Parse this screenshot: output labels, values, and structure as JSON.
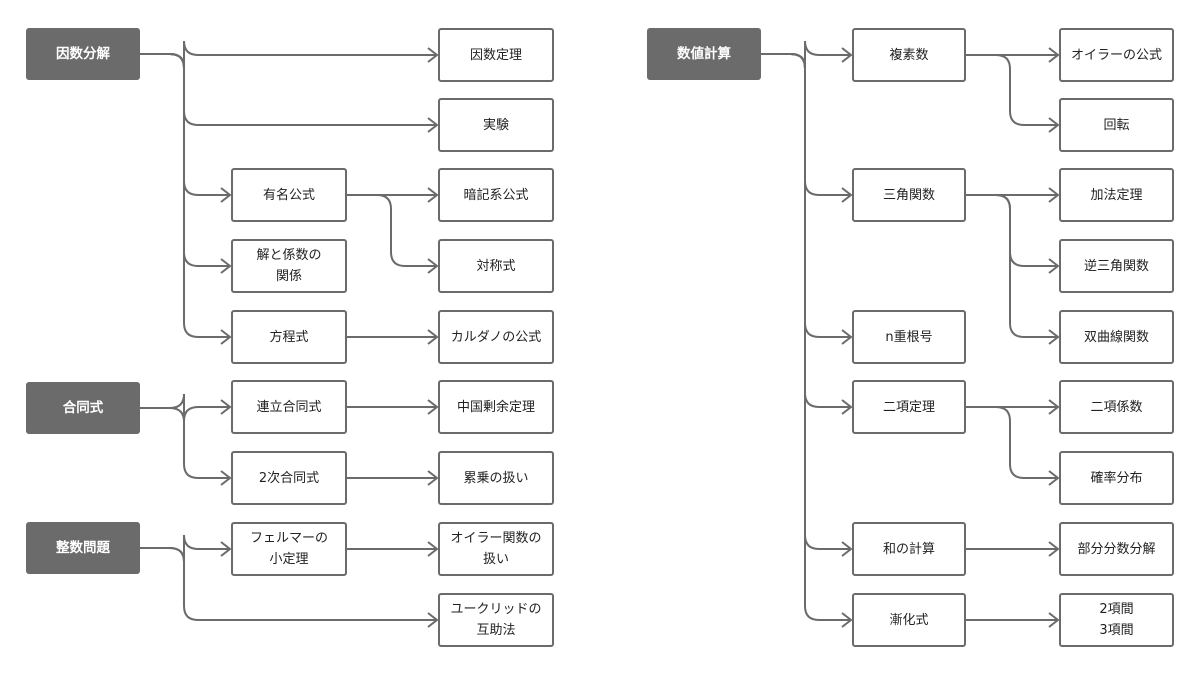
{
  "diagram": {
    "colors": {
      "line": "#6b6b6b",
      "root_fill": "#6b6b6b",
      "root_text": "#ffffff",
      "box_border": "#6b6b6b",
      "box_fill": "#ffffff",
      "text": "#222222"
    },
    "roots": {
      "factorization": "因数分解",
      "congruence": "合同式",
      "integer_problems": "整数問題",
      "numerical_calc": "数値計算"
    },
    "nodes": {
      "factor_theorem": "因数定理",
      "experiment": "実験",
      "famous_formulas": "有名公式",
      "roots_coefficients": "解と係数の\n関係",
      "equations": "方程式",
      "memorization_formulas": "暗記系公式",
      "symmetric_expr": "対称式",
      "cardano_formula": "カルダノの公式",
      "simultaneous_congruence": "連立合同式",
      "chinese_remainder": "中国剰余定理",
      "quadratic_congruence": "2次合同式",
      "power_handling": "累乗の扱い",
      "fermat_little": "フェルマーの\n小定理",
      "euler_function": "オイラー関数の\n扱い",
      "euclid_algorithm": "ユークリッドの\n互助法",
      "complex_numbers": "複素数",
      "trig_functions": "三角関数",
      "nth_root": "n重根号",
      "binomial_theorem": "二項定理",
      "sum_calc": "和の計算",
      "recurrence": "漸化式",
      "euler_formula": "オイラーの公式",
      "rotation": "回転",
      "addition_theorem": "加法定理",
      "inverse_trig": "逆三角関数",
      "hyperbolic": "双曲線関数",
      "binomial_coeff": "二項係数",
      "probability_dist": "確率分布",
      "partial_fractions": "部分分数分解",
      "two_three_terms": "2項間\n3項間"
    },
    "edges": [
      [
        "factorization",
        "factor_theorem"
      ],
      [
        "factorization",
        "experiment"
      ],
      [
        "factorization",
        "famous_formulas"
      ],
      [
        "factorization",
        "roots_coefficients"
      ],
      [
        "factorization",
        "equations"
      ],
      [
        "famous_formulas",
        "memorization_formulas"
      ],
      [
        "famous_formulas",
        "symmetric_expr"
      ],
      [
        "equations",
        "cardano_formula"
      ],
      [
        "congruence",
        "simultaneous_congruence"
      ],
      [
        "congruence",
        "quadratic_congruence"
      ],
      [
        "simultaneous_congruence",
        "chinese_remainder"
      ],
      [
        "quadratic_congruence",
        "power_handling"
      ],
      [
        "integer_problems",
        "fermat_little"
      ],
      [
        "integer_problems",
        "euclid_algorithm"
      ],
      [
        "fermat_little",
        "euler_function"
      ],
      [
        "numerical_calc",
        "complex_numbers"
      ],
      [
        "numerical_calc",
        "trig_functions"
      ],
      [
        "numerical_calc",
        "nth_root"
      ],
      [
        "numerical_calc",
        "binomial_theorem"
      ],
      [
        "numerical_calc",
        "sum_calc"
      ],
      [
        "numerical_calc",
        "recurrence"
      ],
      [
        "complex_numbers",
        "euler_formula"
      ],
      [
        "complex_numbers",
        "rotation"
      ],
      [
        "trig_functions",
        "addition_theorem"
      ],
      [
        "trig_functions",
        "inverse_trig"
      ],
      [
        "trig_functions",
        "hyperbolic"
      ],
      [
        "binomial_theorem",
        "binomial_coeff"
      ],
      [
        "binomial_theorem",
        "probability_dist"
      ],
      [
        "sum_calc",
        "partial_fractions"
      ],
      [
        "recurrence",
        "two_three_terms"
      ]
    ]
  }
}
